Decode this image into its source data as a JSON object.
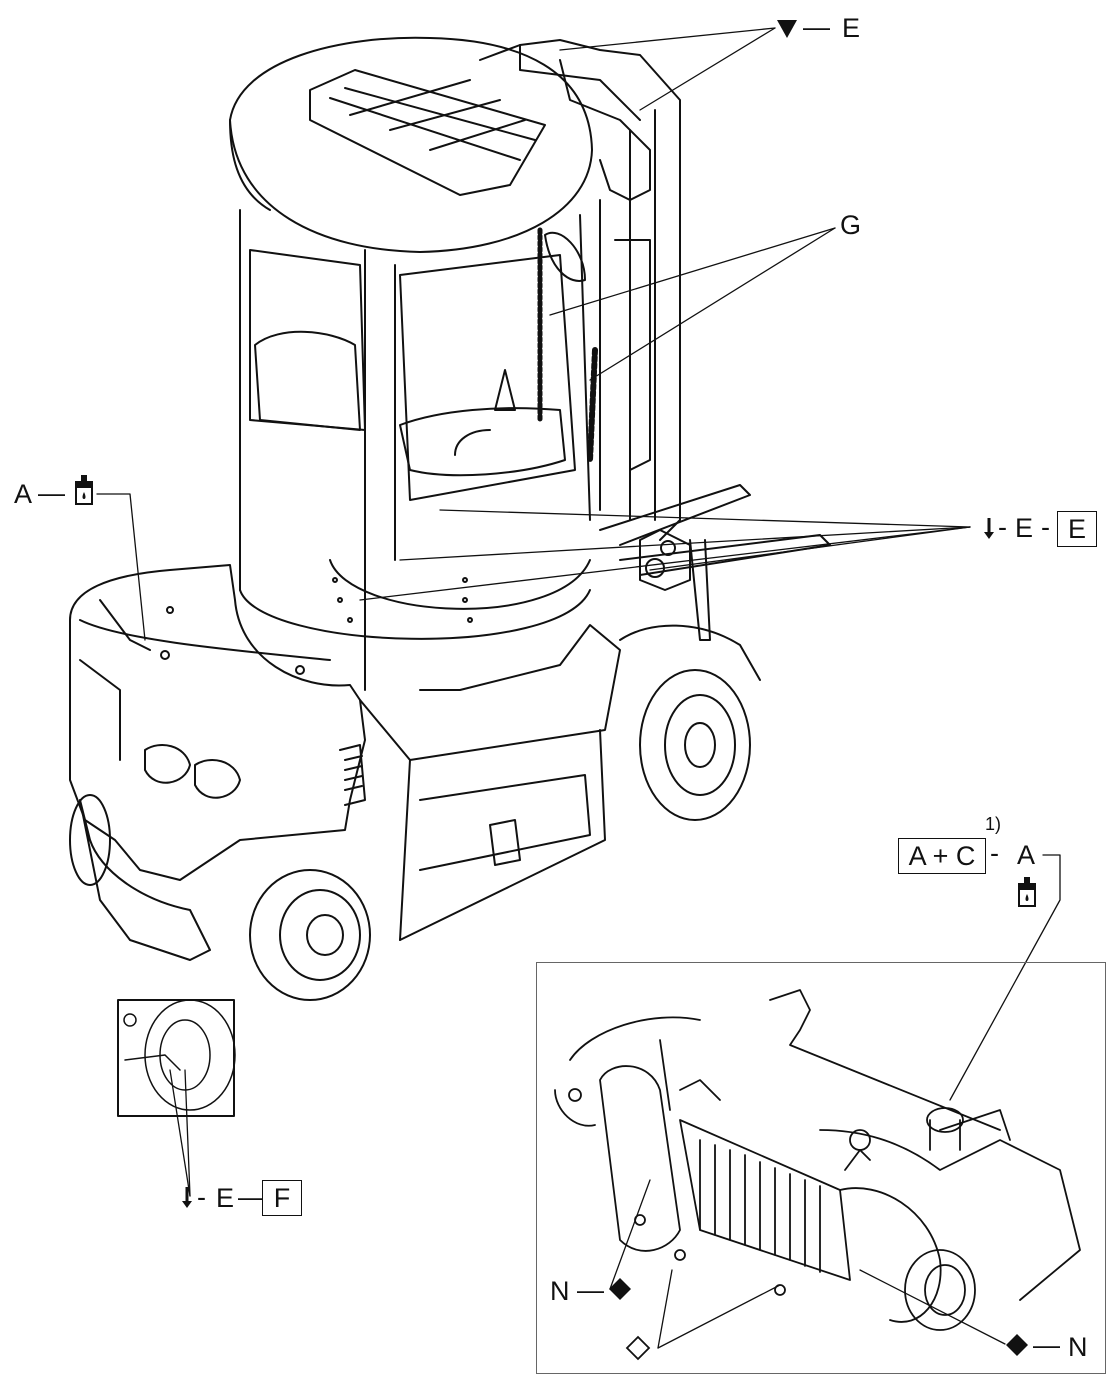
{
  "callouts": {
    "top_right": {
      "letter": "E"
    },
    "mast": {
      "letter": "G"
    },
    "right_mid": {
      "letter": "E",
      "box": "E"
    },
    "left_mid": {
      "letter": "A"
    },
    "wheel_inset": {
      "letter": "E",
      "box": "F"
    },
    "axle_box": {
      "text": "A + C",
      "footnote": "1)",
      "letter": "A"
    },
    "axle_left": {
      "letter": "N"
    },
    "axle_right": {
      "letter": "N"
    }
  },
  "icons": {
    "fill_down": "filled-down-triangle-icon",
    "arrow_down": "down-arrow-icon",
    "oil_can": "oil-canister-icon",
    "diamond_filled": "filled-diamond-icon",
    "diamond_outline": "outline-diamond-icon"
  },
  "colors": {
    "line": "#111111",
    "frame": "#666666",
    "background": "#ffffff"
  }
}
